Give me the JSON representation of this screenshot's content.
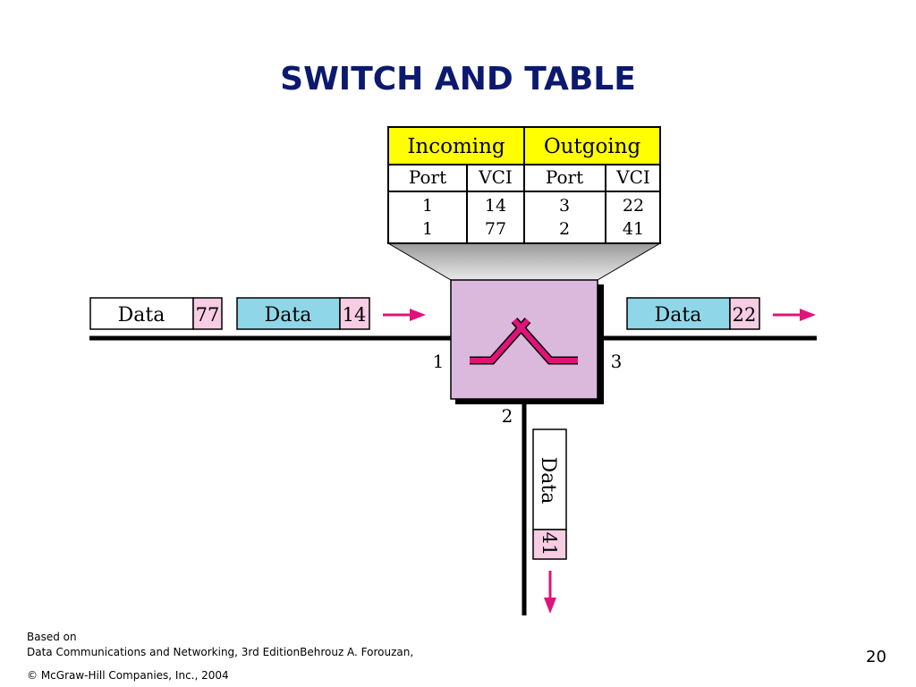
{
  "title": "SWITCH AND TABLE",
  "table": {
    "group_headers": [
      "Incoming",
      "Outgoing"
    ],
    "columns": [
      "Port",
      "VCI",
      "Port",
      "VCI"
    ],
    "rows": [
      [
        "1",
        "14",
        "3",
        "22"
      ],
      [
        "1",
        "77",
        "2",
        "41"
      ]
    ]
  },
  "ports": {
    "p1": "1",
    "p2": "2",
    "p3": "3"
  },
  "cells": {
    "in_a": {
      "data": "Data",
      "vci": "77"
    },
    "in_b": {
      "data": "Data",
      "vci": "14"
    },
    "out_3": {
      "data": "Data",
      "vci": "22"
    },
    "out_2": {
      "data": "Data",
      "vci": "41"
    }
  },
  "colors": {
    "table_header": "#ffff00",
    "switch_fill": "#dab9dd",
    "cell_blue": "#8fd6e8",
    "vci_pink": "#f6cde3",
    "arrow": "#e0137a"
  },
  "footer": {
    "line1": "Based on",
    "line2": "Data Communications and Networking, 3rd EditionBehrouz A. Forouzan,",
    "line3": "© McGraw-Hill Companies, Inc., 2004"
  },
  "page_number": "20"
}
